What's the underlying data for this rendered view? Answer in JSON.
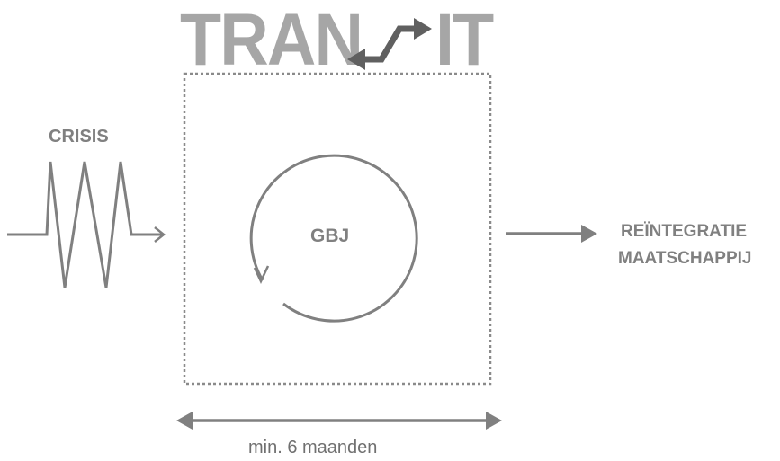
{
  "logo": {
    "left": "TRAN",
    "right": "IT",
    "icon": "bidirectional-arrow-icon"
  },
  "labels": {
    "input": "CRISIS",
    "center": "GBJ",
    "output_line1": "REÏNTEGRATIE",
    "output_line2": "MAATSCHAPPIJ",
    "duration": "min. 6 maanden"
  },
  "colors": {
    "title_gray": "#a6a6a6",
    "line_gray": "#808080",
    "dark_gray": "#606060"
  }
}
